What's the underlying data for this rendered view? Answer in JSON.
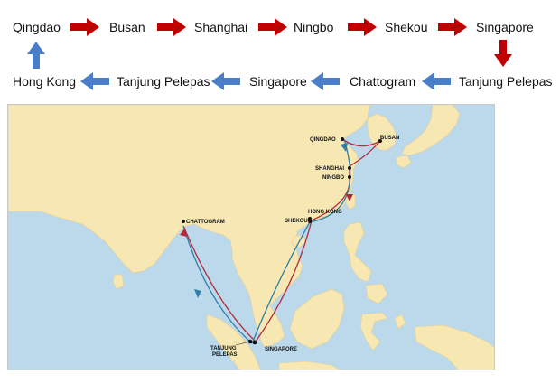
{
  "route": {
    "row1": [
      "Qingdao",
      "Busan",
      "Shanghai",
      "Ningbo",
      "Shekou",
      "Singapore"
    ],
    "row2": [
      "Hong Kong",
      "Tanjung Pelepas",
      "Singapore",
      "Chattogram",
      "Tanjung Pelepas"
    ]
  },
  "map": {
    "ports": {
      "qingdao": "QINGDAO",
      "busan": "BUSAN",
      "shanghai": "SHANGHAI",
      "ningbo": "NINGBO",
      "hong_kong": "HONG KONG",
      "shekou": "SHEKOU",
      "chattogram": "CHATTOGRAM",
      "tanjung_pelepas_1": "TANJUNG",
      "tanjung_pelepas_2": "PELEPAS",
      "singapore": "SINGAPORE"
    }
  },
  "colors": {
    "eastbound_arrow": "#c00000",
    "westbound_arrow": "#4a7ec9",
    "land": "#f6e7b3",
    "sea": "#bcd9ec",
    "route_red": "#b22a3a",
    "route_blue": "#2f7fa8"
  }
}
